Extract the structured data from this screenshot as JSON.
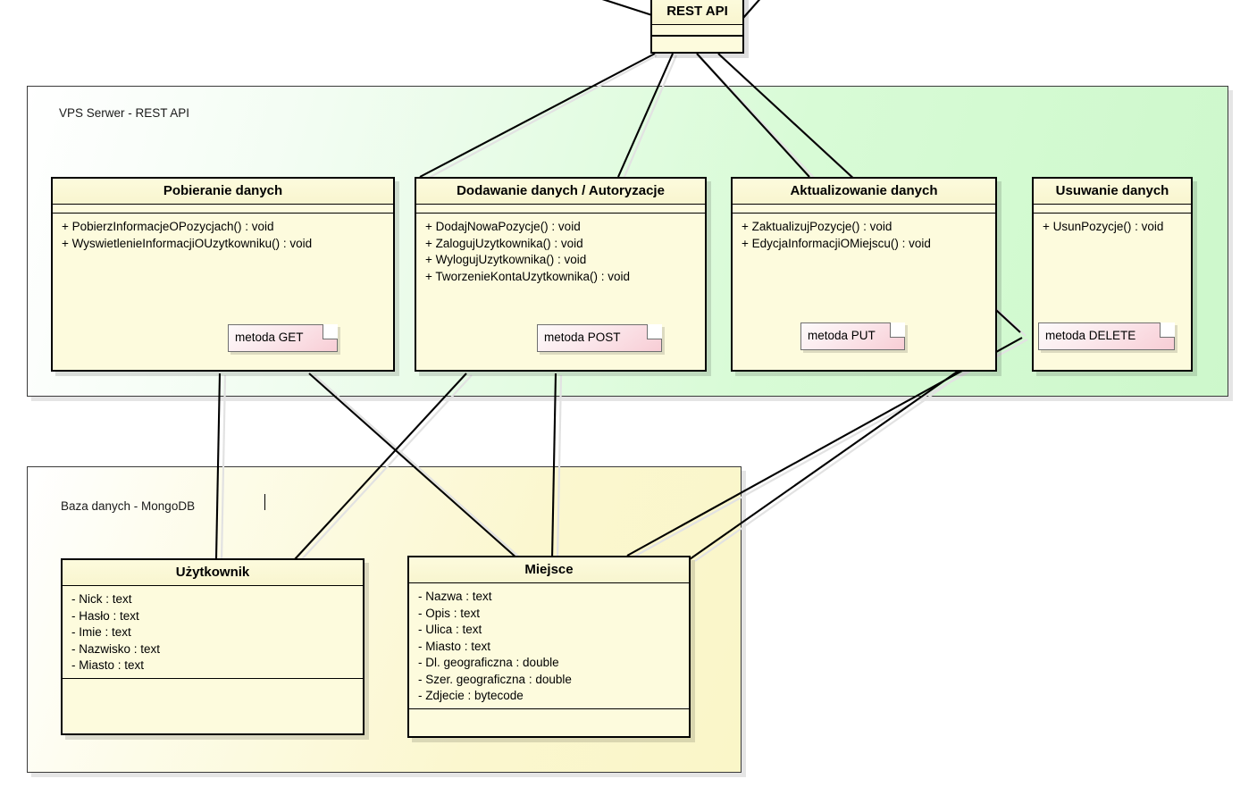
{
  "diagram": {
    "title": "UML class / deployment diagram",
    "containers": [
      {
        "name": "vps",
        "label": "VPS Serwer - REST API",
        "fill": "#d8fbd6"
      },
      {
        "name": "db",
        "label": "Baza danych - MongoDB",
        "fill": "#fbf7cf"
      }
    ],
    "classes": [
      {
        "id": "rest",
        "name": "REST API",
        "members": [],
        "has_empty_attr_compartment": true,
        "has_empty_method_compartment": true
      },
      {
        "id": "get",
        "name": "Pobieranie danych",
        "members": [
          "+ PobierzInformacjeOPozycjach() : void",
          "+ WyswietlenieInformacjiOUzytkowniku() : void"
        ],
        "has_empty_attr_compartment": true,
        "has_empty_method_compartment": false
      },
      {
        "id": "post",
        "name": "Dodawanie danych / Autoryzacje",
        "members": [
          "+ DodajNowaPozycje() : void",
          "+ ZalogujUzytkownika() : void",
          "+ WylogujUzytkownika() : void",
          "+ TworzenieKontaUzytkownika() : void"
        ],
        "has_empty_attr_compartment": true,
        "has_empty_method_compartment": false
      },
      {
        "id": "put",
        "name": "Aktualizowanie danych",
        "members": [
          "+ ZaktualizujPozycje() : void",
          "+ EdycjaInformacjiOMiejscu() : void"
        ],
        "has_empty_attr_compartment": true,
        "has_empty_method_compartment": false
      },
      {
        "id": "delete",
        "name": "Usuwanie danych",
        "members": [
          "+ UsunPozycje() : void"
        ],
        "has_empty_attr_compartment": true,
        "has_empty_method_compartment": false
      },
      {
        "id": "uzytkownik",
        "name": "Użytkownik",
        "members": [
          "- Nick : text",
          "- Hasło : text",
          "- Imie : text",
          "- Nazwisko : text",
          "- Miasto : text"
        ],
        "has_empty_attr_compartment": false,
        "has_empty_method_compartment": true
      },
      {
        "id": "miejsce",
        "name": "Miejsce",
        "members": [
          "- Nazwa : text",
          "- Opis : text",
          "- Ulica : text",
          "- Miasto : text",
          "- Dl. geograficzna : double",
          "- Szer. geograficzna : double",
          "- Zdjecie : bytecode"
        ],
        "has_empty_attr_compartment": false,
        "has_empty_method_compartment": true
      }
    ],
    "notes": [
      {
        "id": "note-get",
        "text": "metoda GET"
      },
      {
        "id": "note-post",
        "text": "metoda POST"
      },
      {
        "id": "note-put",
        "text": "metoda PUT"
      },
      {
        "id": "note-delete",
        "text": "metoda DELETE"
      }
    ],
    "colors": {
      "class_fill": "#fdfbdd",
      "note_fill": "#f8cdd5",
      "vps_fill": "#d8fbd6",
      "db_fill": "#fbf7cf",
      "line": "#000000",
      "line_shadow": "#e2e2e2"
    }
  }
}
